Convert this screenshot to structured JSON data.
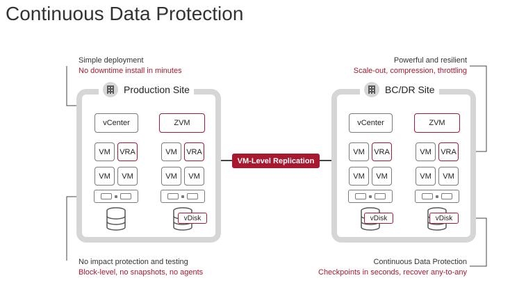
{
  "title": "Continuous Data Protection",
  "callouts": {
    "top_left": {
      "heading": "Simple deployment",
      "sub": "No downtime install in minutes"
    },
    "top_right": {
      "heading": "Powerful and resilient",
      "sub": "Scale-out, compression, throttling"
    },
    "bottom_left": {
      "heading": "No impact protection and testing",
      "sub": "Block-level, no snapshots, no agents"
    },
    "bottom_right": {
      "heading": "Continuous Data Protection",
      "sub": "Checkpoints in seconds, recover any-to-any"
    }
  },
  "production_site": {
    "label": "Production Site",
    "vcenter": "vCenter",
    "zvm": "ZVM",
    "vm": "VM",
    "vra": "VRA",
    "vdisk": "vDisk"
  },
  "dr_site": {
    "label": "BC/DR Site",
    "vcenter": "vCenter",
    "zvm": "ZVM",
    "vm": "VM",
    "vra": "VRA",
    "vdisk": "vDisk"
  },
  "replication_label": "VM-Level Replication",
  "colors": {
    "accent": "#a8182e",
    "site_border": "#d6d6d6",
    "box_border": "#7a7a7a",
    "text": "#333333"
  }
}
